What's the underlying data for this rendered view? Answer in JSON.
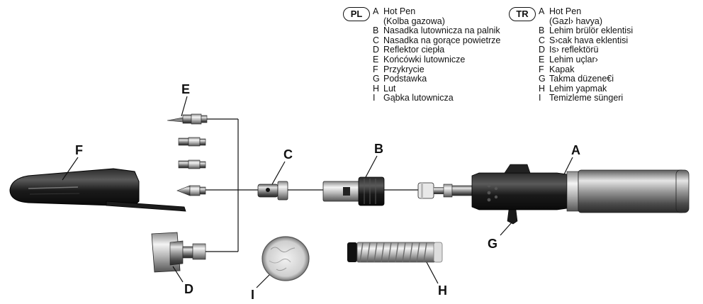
{
  "legend_pl": {
    "badge": "PL",
    "rows": [
      {
        "k": "A",
        "v": "Hot Pen"
      },
      {
        "k": "",
        "v": "(Kolba gazowa)"
      },
      {
        "k": "B",
        "v": "Nasadka lutownicza na palnik"
      },
      {
        "k": "C",
        "v": "Nasadka na gorące powietrze"
      },
      {
        "k": "D",
        "v": "Reflektor ciepła"
      },
      {
        "k": "E",
        "v": "Końcówki lutownicze"
      },
      {
        "k": "F",
        "v": "Przykrycie"
      },
      {
        "k": "G",
        "v": "Podstawka"
      },
      {
        "k": "H",
        "v": "Lut"
      },
      {
        "k": "I",
        "v": "Gąbka lutownicza"
      }
    ]
  },
  "legend_tr": {
    "badge": "TR",
    "rows": [
      {
        "k": "A",
        "v": "Hot Pen"
      },
      {
        "k": "",
        "v": "(Gazl› havya)"
      },
      {
        "k": "B",
        "v": "Lehim brülör eklentisi"
      },
      {
        "k": "C",
        "v": "S›cak hava eklentisi"
      },
      {
        "k": "D",
        "v": "Is› reflektörü"
      },
      {
        "k": "E",
        "v": "Lehim uçlar›"
      },
      {
        "k": "F",
        "v": "Kapak"
      },
      {
        "k": "G",
        "v": "Takma düzene€i"
      },
      {
        "k": "H",
        "v": "Lehim yapmak"
      },
      {
        "k": "I",
        "v": "Temizleme süngeri"
      }
    ]
  },
  "callouts": {
    "A": "A",
    "B": "B",
    "C": "C",
    "D": "D",
    "E": "E",
    "F": "F",
    "G": "G",
    "H": "H",
    "I": "I"
  }
}
